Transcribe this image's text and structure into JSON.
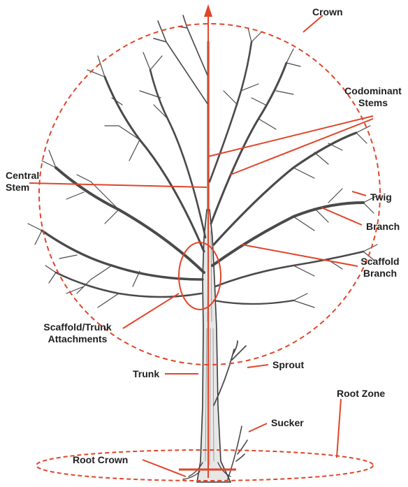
{
  "labels": {
    "crown": "Crown",
    "codominant_line1": "Codominant",
    "codominant_line2": "Stems",
    "central_line1": "Central",
    "central_line2": "Stem",
    "twig": "Twig",
    "branch": "Branch",
    "scaffold_line1": "Scaffold",
    "scaffold_line2": "Branch",
    "attach_line1": "Scaffold/Trunk",
    "attach_line2": "Attachments",
    "trunk": "Trunk",
    "sprout": "Sprout",
    "root_zone": "Root Zone",
    "sucker": "Sucker",
    "root_crown": "Root Crown"
  },
  "colors": {
    "annotation": "#e0452a",
    "tree": "#4a4a4a",
    "text": "#1e1e1e"
  }
}
